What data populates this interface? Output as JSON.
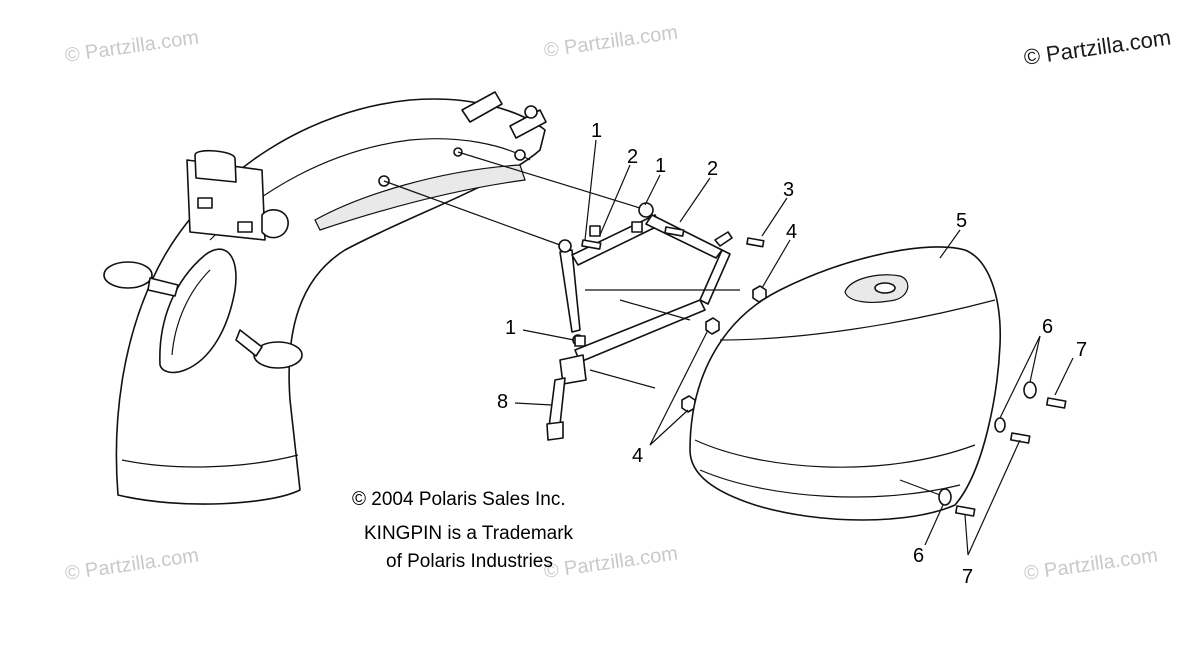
{
  "watermarks": {
    "main": "© Partzilla.com",
    "faint": "© Partzilla.com"
  },
  "callouts": {
    "c1a": "1",
    "c2a": "2",
    "c1b": "1",
    "c2b": "2",
    "c3": "3",
    "c4a": "4",
    "c5": "5",
    "c1c": "1",
    "c6a": "6",
    "c7a": "7",
    "c8": "8",
    "c4b": "4",
    "c6b": "6",
    "c7b": "7"
  },
  "credits": {
    "line1": "© 2004 Polaris Sales Inc.",
    "line2": "KINGPIN is a Trademark",
    "line3": "of Polaris Industries"
  },
  "colors": {
    "line": "#111111",
    "watermark": "#c9c9c9"
  }
}
